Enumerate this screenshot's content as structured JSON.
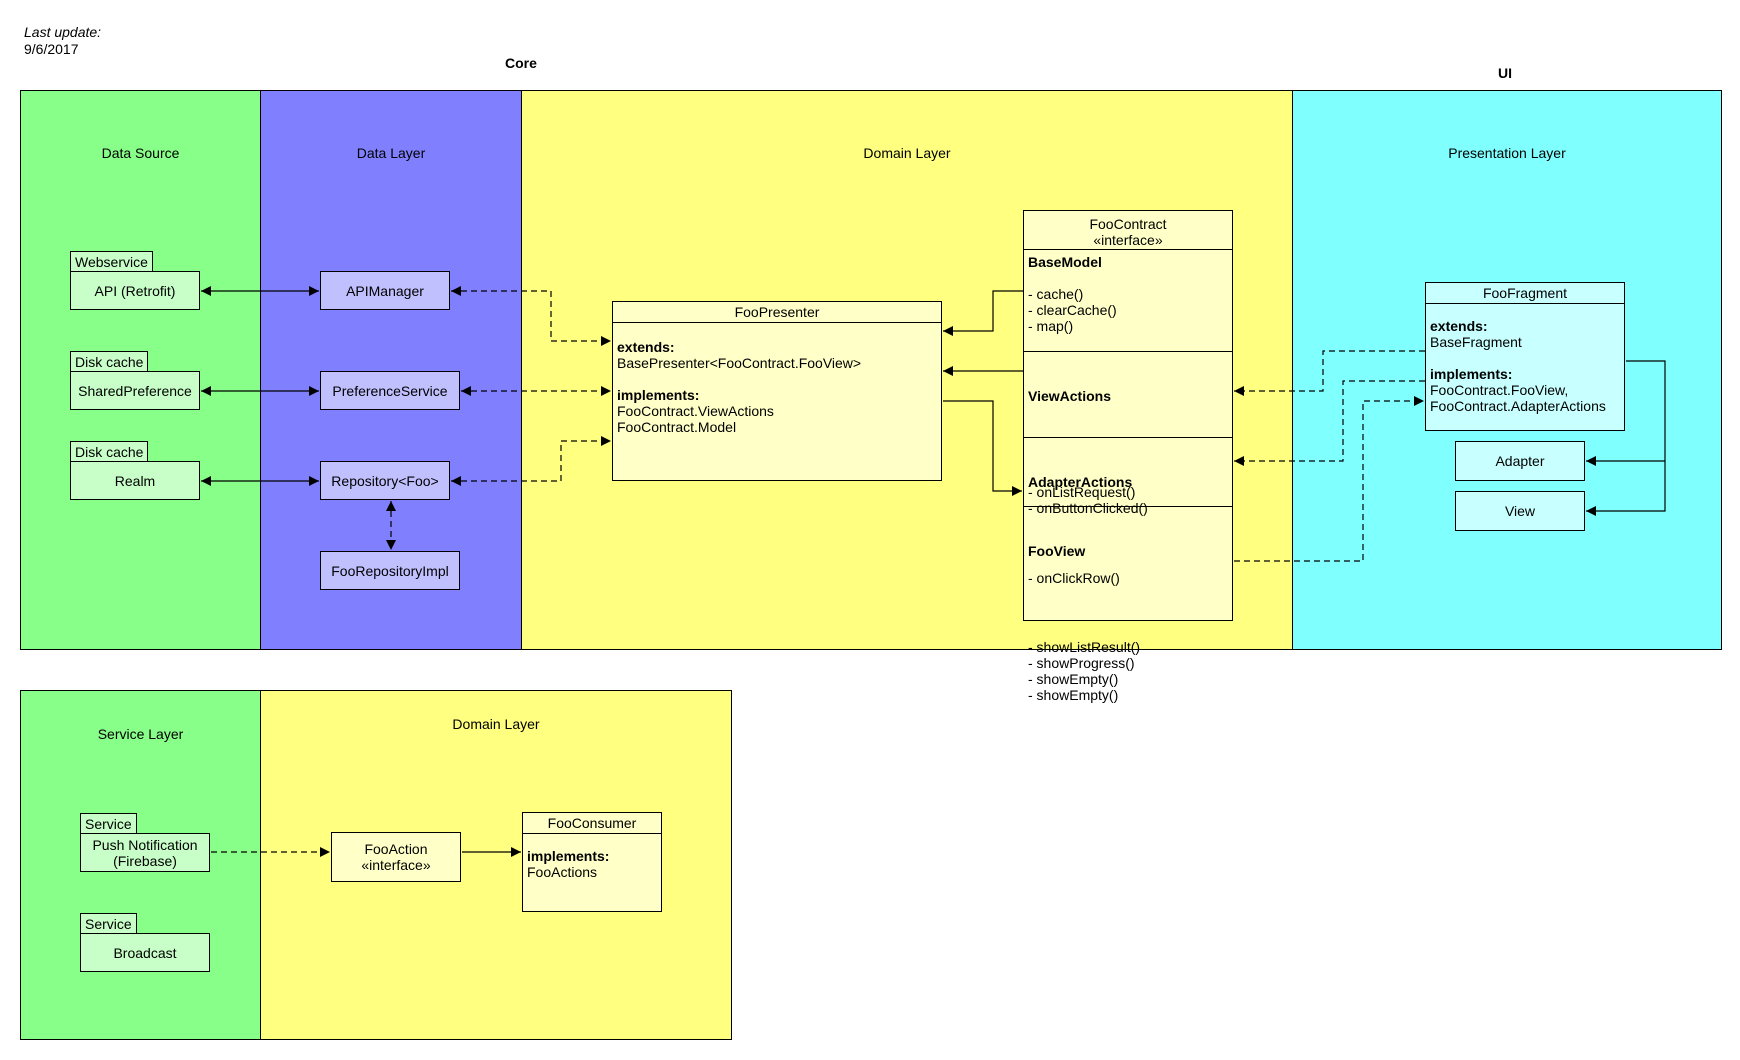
{
  "header": {
    "last_update_label": "Last update:",
    "last_update_date": "9/6/2017",
    "core_label": "Core",
    "ui_label": "UI"
  },
  "colors": {
    "green": "#88ff88",
    "green_box": "#c8ffc8",
    "blue": "#8080ff",
    "blue_box": "#c0c0ff",
    "yellow": "#ffff80",
    "yellow_box": "#ffffc8",
    "cyan": "#80ffff",
    "cyan_box": "#c8ffff"
  },
  "lanes": {
    "data_source": "Data Source",
    "data_layer": "Data Layer",
    "domain_layer": "Domain Layer",
    "presentation_layer": "Presentation Layer",
    "service_layer": "Service Layer",
    "domain_layer_bottom": "Domain Layer"
  },
  "data_source": {
    "webservice_tag": "Webservice",
    "api": "API (Retrofit)",
    "disk_cache_tag_1": "Disk cache",
    "shared_preference": "SharedPreference",
    "disk_cache_tag_2": "Disk cache",
    "realm": "Realm"
  },
  "data_layer": {
    "api_manager": "APIManager",
    "preference_service": "PreferenceService",
    "repository": "Repository<Foo>",
    "repository_impl": "FooRepositoryImpl"
  },
  "presenter": {
    "title": "FooPresenter",
    "extends_label": "extends:",
    "extends_value": "BasePresenter<FooContract.FooView>",
    "implements_label": "implements:",
    "implements_1": "FooContract.ViewActions",
    "implements_2": "FooContract.Model"
  },
  "contract": {
    "title": "FooContract",
    "stereotype": "«interface»",
    "base_model": "BaseModel",
    "base_model_methods": "- cache()\n- clearCache()\n- map()",
    "view_actions": "ViewActions",
    "view_actions_methods": "- onListRequest()\n- onButtonClicked()",
    "adapter_actions": "AdapterActions",
    "adapter_actions_methods": "- onClickRow()",
    "foo_view": "FooView",
    "foo_view_methods": "- showListResult()\n- showProgress()\n- showEmpty()\n- showEmpty()"
  },
  "fragment": {
    "title": "FooFragment",
    "extends_label": "extends:",
    "extends_value": "BaseFragment",
    "implements_label": "implements:",
    "implements_1": "FooContract.FooView,",
    "implements_2": "FooContract.AdapterActions",
    "adapter": "Adapter",
    "view": "View"
  },
  "service": {
    "service_tag_1": "Service",
    "push_notification": "Push Notification\n(Firebase)",
    "service_tag_2": "Service",
    "broadcast": "Broadcast"
  },
  "bottom_domain": {
    "foo_action_title": "FooAction",
    "foo_action_stereotype": "«interface»",
    "consumer_title": "FooConsumer",
    "consumer_implements_label": "implements:",
    "consumer_implements_value": "FooActions"
  }
}
